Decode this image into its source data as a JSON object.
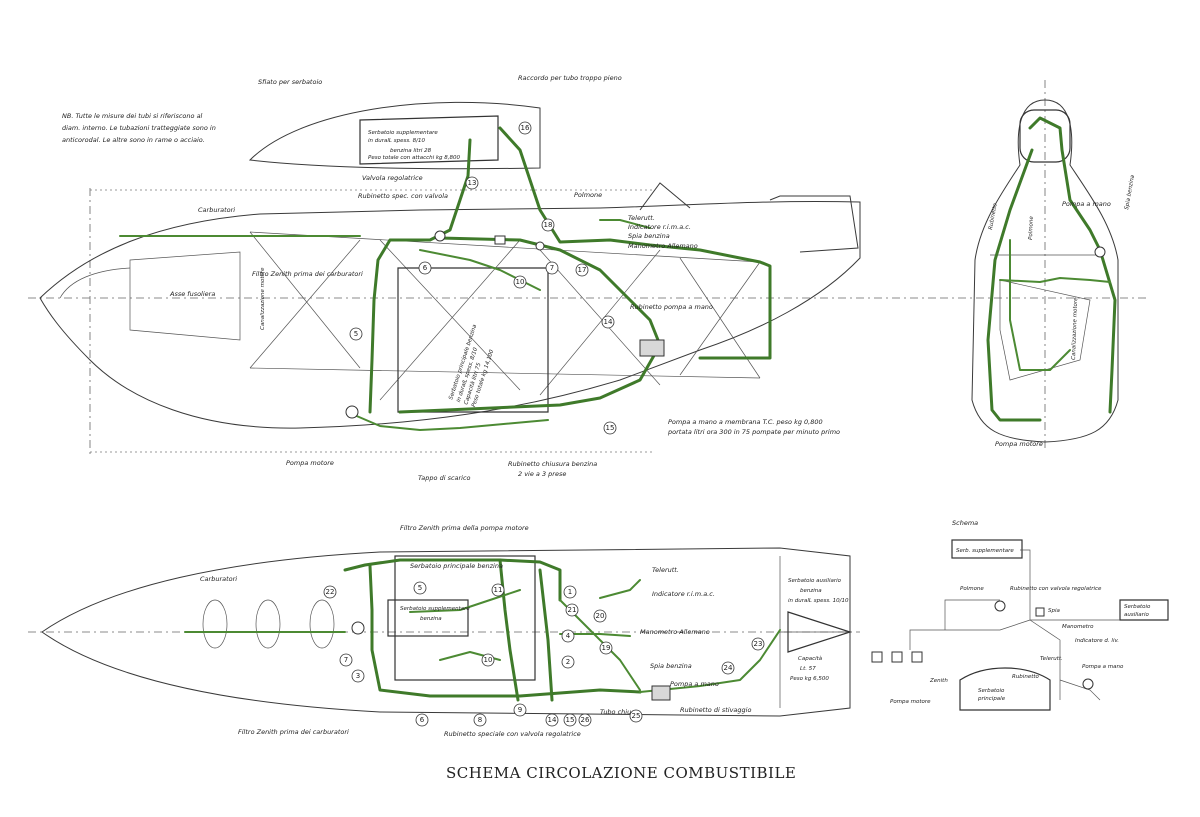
{
  "title": "SCHEMA CIRCOLAZIONE COMBUSTIBILE",
  "note": {
    "line1": "NB. Tutte le misure dei tubi si riferiscono al",
    "line2": "diam. interno. Le tubazioni tratteggiate sono in",
    "line3": "anticorodal. Le altre sono in rame o acciaio."
  },
  "side_view": {
    "labels": {
      "sfiato": "Sfiato per serbatoio",
      "raccordo": "Raccordo per tubo troppo pieno",
      "serb_supp_1": "Serbatoio supplementare",
      "serb_supp_2": "in duralL spess. 8/10",
      "serb_supp_3": "benzina litri 28",
      "serb_supp_4": "Peso totale con attacchi kg 8,800",
      "carburatori": "Carburatori",
      "valvola": "Valvola regolatrice",
      "rubinetto_spec": "Rubinetto spec. con valvola",
      "filtro_zenith": "Filtro Zenith prima dei carburatori",
      "asse": "Asse fusoliera",
      "polmone": "Polmone",
      "teleruttori": "Telerutt.",
      "indicatore": "Indicatore r.i.m.a.c.",
      "spia": "Spia benzina",
      "manometro": "Manometro Allemano",
      "serb_princ_1": "Serbatoio principale benzina",
      "serb_princ_2": "in duralL spess. 8/10",
      "serb_princ_3": "Capacità litri 75",
      "serb_princ_4": "Peso totale kg 14,100",
      "rubinetto_pompa": "Rubinetto pompa a mano",
      "pompa_mano_1": "Pompa a mano a membrana T.C. peso kg 0,800",
      "pompa_mano_2": "portata litri ora 300 in 75 pompate per minuto primo",
      "pompa_motore": "Pompa motore",
      "tappo": "Tappo di scarico",
      "rubinetto_chiusura_1": "Rubinetto chiusura benzina",
      "rubinetto_chiusura_2": "2 vie a 3 prese",
      "canalizzazione": "Canalizzazione motore"
    },
    "numbers": [
      "16",
      "13",
      "5",
      "10",
      "17",
      "14",
      "15",
      "18",
      "6",
      "7"
    ]
  },
  "front_view": {
    "labels": {
      "pompa_mano": "Pompa a mano",
      "spia": "Spia benzina",
      "pompa_motore": "Pompa motore",
      "polmone": "Polmone",
      "canalizzazione": "Canalizzazione motore",
      "rubinetto": "Rubinetto"
    }
  },
  "plan_view": {
    "labels": {
      "filtro_zenith_pompa": "Filtro Zenith prima della pompa motore",
      "carburatori": "Carburatori",
      "serb_princ": "Serbatoio principale benzina",
      "serb_supp_1": "Serbatoio supplementare",
      "serb_supp_2": "benzina",
      "teleruttori": "Telerutt.",
      "indicatore": "Indicatore r.i.m.a.c.",
      "manometro": "Manometro Allemano",
      "spia": "Spia benzina",
      "pompa_mano": "Pompa a mano",
      "rubinetto_stivaggio": "Rubinetto di stivaggio",
      "tubo": "Tubo chiuso",
      "rubinetto_speciale": "Rubinetto speciale con valvola regolatrice",
      "filtro_carb": "Filtro Zenith prima dei carburatori",
      "serb_aus_1": "Serbatoio ausiliario",
      "serb_aus_2": "benzina",
      "serb_aus_3": "in duralL spess. 10/10",
      "capacita_1": "Capacità",
      "capacita_2": "Lt. 57",
      "capacita_3": "Peso kg 6,500"
    },
    "numbers": [
      "22",
      "5",
      "11",
      "1",
      "20",
      "19",
      "4",
      "10",
      "2",
      "24",
      "3",
      "23",
      "7",
      "8",
      "9",
      "14",
      "15",
      "26",
      "25",
      "6",
      "21"
    ]
  },
  "schema": {
    "title": "Schema",
    "labels": {
      "serb_supp": "Serb. supplementare",
      "serb_aus_1": "Serbatoio",
      "serb_aus_2": "ausiliario",
      "polmone": "Polmone",
      "rubinetto_valvola": "Rubinetto con valvola regolatrice",
      "spia": "Spia",
      "manometro": "Manometro",
      "indicatore": "Indicatore d. liv.",
      "teleruttori": "Telerutt.",
      "serb_princ_1": "Serbatoio",
      "serb_princ_2": "principale",
      "rubinetto": "Rubinetto",
      "pompa_mano": "Pompa a mano",
      "zenith": "Zenith",
      "pompa_motore": "Pompa motore"
    }
  }
}
